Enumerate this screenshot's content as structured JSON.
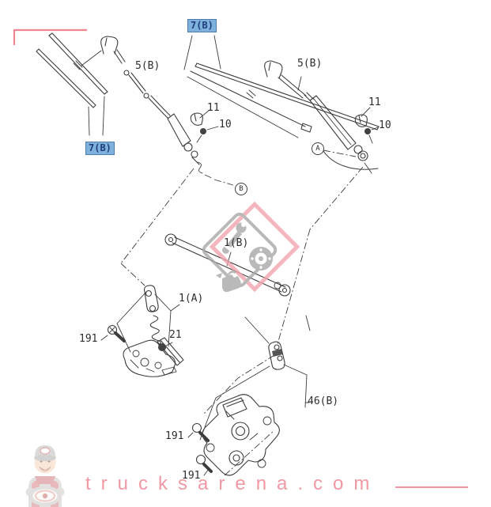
{
  "theme": {
    "highlight_bg": "#7fb1dd",
    "highlight_text": "#1f3c7c",
    "line": "#3d3d3d",
    "accent_pink": "#f2858f",
    "watermark_pink": "#f2a3ad",
    "watermark_gray": "#a8a8a8",
    "site_text": "#ee8793"
  },
  "diagram": {
    "type": "parts-exploded-view",
    "subject": "windshield wiper and linkage assembly",
    "callouts": {
      "blade_mid_top": {
        "label": "7(B)",
        "highlighted": true
      },
      "blade_left": {
        "label": "7(B)",
        "highlighted": true
      },
      "arm_left": {
        "label": "5(B)",
        "highlighted": false
      },
      "arm_right": {
        "label": "5(B)",
        "highlighted": false
      },
      "grommet_left": {
        "label": "11",
        "highlighted": false
      },
      "nut_left": {
        "label": "10",
        "highlighted": false
      },
      "grommet_right": {
        "label": "11",
        "highlighted": false
      },
      "nut_right": {
        "label": "10",
        "highlighted": false
      },
      "ref_a": {
        "label": "A",
        "highlighted": false
      },
      "ref_b": {
        "label": "B",
        "highlighted": false
      },
      "link_rod": {
        "label": "1(B)",
        "highlighted": false
      },
      "motor_crank": {
        "label": "1(A)",
        "highlighted": false
      },
      "nut_21": {
        "label": "21",
        "highlighted": false
      },
      "bolt_191_a": {
        "label": "191",
        "highlighted": false
      },
      "bolt_191_b": {
        "label": "191",
        "highlighted": false
      },
      "bolt_191_c": {
        "label": "191",
        "highlighted": false
      },
      "bracket_46b": {
        "label": "46(B)",
        "highlighted": false
      }
    }
  },
  "watermark": {
    "site_text": "trucksarena.com",
    "logo_icons": [
      "wrench-icon",
      "brake-disc-icon",
      "oil-can-icon"
    ]
  }
}
